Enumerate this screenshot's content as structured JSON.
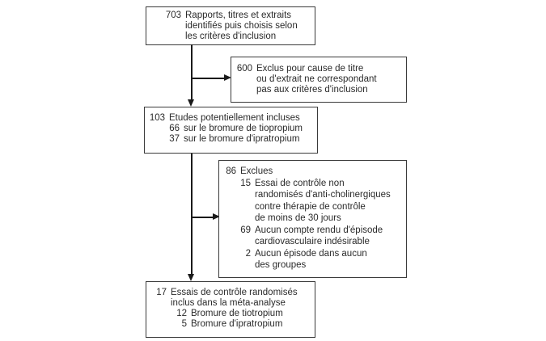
{
  "diagram": {
    "type": "flowchart",
    "language": "fr",
    "colors": {
      "box_border": "#3a3a3a",
      "text": "#2a2a2a",
      "arrow": "#1a1a1a",
      "background": "#ffffff"
    },
    "boxes": [
      {
        "label": "identified-records",
        "lines": [
          {
            "num": "703",
            "text": "Rapports, titres et extraits"
          },
          {
            "num": "",
            "text": "identifiés puis choisis selon"
          },
          {
            "num": "",
            "text": "les critères d'inclusion"
          }
        ]
      },
      {
        "label": "excluded-title-abstract",
        "lines": [
          {
            "num": "600",
            "text": "Exclus pour cause de titre"
          },
          {
            "num": "",
            "text": "ou d'extrait ne correspondant"
          },
          {
            "num": "",
            "text": "pas aux critères d'inclusion"
          }
        ]
      },
      {
        "label": "potentially-included",
        "lines": [
          {
            "num": "103",
            "text": "Etudes potentiellement incluses"
          },
          {
            "num": "66",
            "text": "sur le bromure de tiopropium"
          },
          {
            "num": "37",
            "text": "sur le bromure d'ipratropium"
          }
        ]
      },
      {
        "label": "excluded-detailed",
        "lines": [
          {
            "num": "86",
            "text": "Exclues"
          },
          {
            "num": "15",
            "text": "Essai de contrôle non"
          },
          {
            "num": "",
            "text": "randomisés d'anti-cholinergiques"
          },
          {
            "num": "",
            "text": "contre thérapie de contrôle"
          },
          {
            "num": "",
            "text": "de moins de 30 jours"
          },
          {
            "num": "69",
            "text": "Aucun compte rendu d'épisode"
          },
          {
            "num": "",
            "text": "cardiovasculaire indésirable"
          },
          {
            "num": "2",
            "text": "Aucun épisode dans aucun"
          },
          {
            "num": "",
            "text": "des groupes"
          }
        ]
      },
      {
        "label": "included-meta-analysis",
        "lines": [
          {
            "num": "17",
            "text": "Essais de contrôle randomisés"
          },
          {
            "num": "",
            "text": "inclus dans la méta-analyse"
          },
          {
            "num": "12",
            "text": "Bromure de tiotropium"
          },
          {
            "num": "5",
            "text": "Bromure d'ipratropium"
          }
        ]
      }
    ]
  }
}
